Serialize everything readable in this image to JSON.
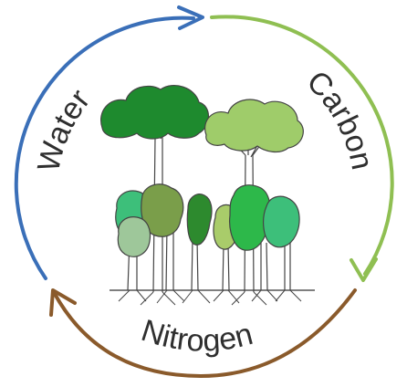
{
  "labels": {
    "water": "Water",
    "carbon": "Carbon",
    "nitrogen": "Nitrogen"
  },
  "colors": {
    "water": "#3a6fb8",
    "carbon": "#8fbf52",
    "nitrogen": "#8a5a2b",
    "label_text": "#2f2f2f",
    "canopy_dark": "#1e8a2e",
    "canopy_light": "#9fcc6a",
    "trunk_outline": "#444444"
  },
  "icons": {
    "center": "forest-trees-icon"
  }
}
